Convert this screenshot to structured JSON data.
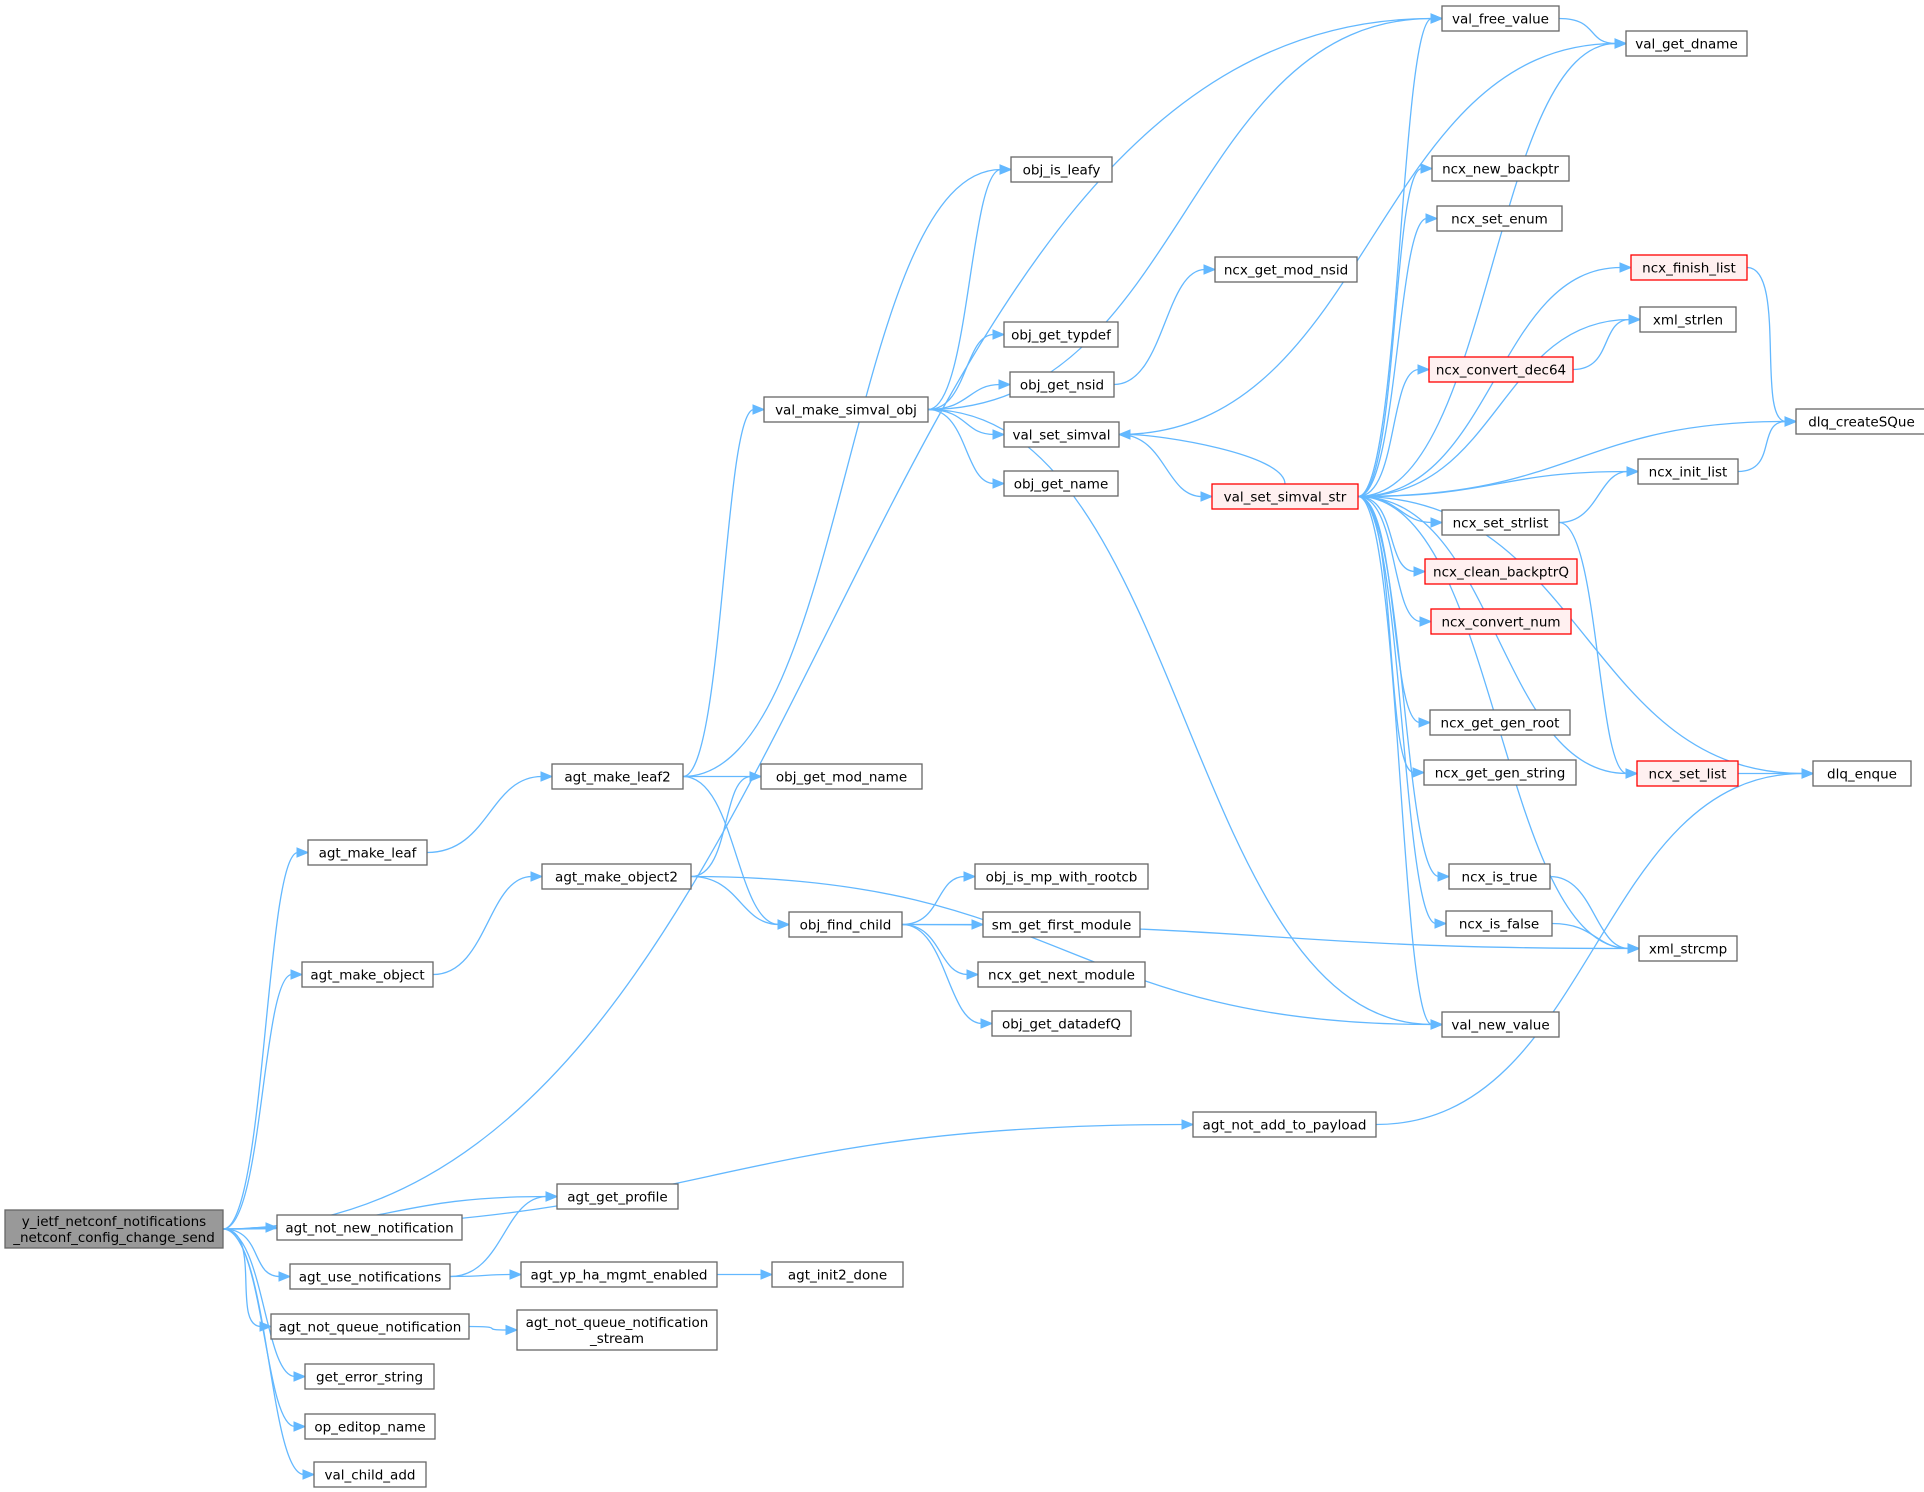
{
  "graph": {
    "nodes": [
      {
        "id": "root",
        "lines": [
          "y_ietf_netconf_notifications",
          "_netconf_config_change_send"
        ],
        "style": "root"
      },
      {
        "id": "val_free_value",
        "lines": [
          "val_free_value"
        ]
      },
      {
        "id": "val_get_dname",
        "lines": [
          "val_get_dname"
        ]
      },
      {
        "id": "obj_is_leafy",
        "lines": [
          "obj_is_leafy"
        ]
      },
      {
        "id": "ncx_new_backptr",
        "lines": [
          "ncx_new_backptr"
        ]
      },
      {
        "id": "ncx_set_enum",
        "lines": [
          "ncx_set_enum"
        ]
      },
      {
        "id": "ncx_finish_list",
        "lines": [
          "ncx_finish_list"
        ],
        "style": "red"
      },
      {
        "id": "ncx_get_mod_nsid",
        "lines": [
          "ncx_get_mod_nsid"
        ]
      },
      {
        "id": "xml_strlen",
        "lines": [
          "xml_strlen"
        ]
      },
      {
        "id": "obj_get_typdef",
        "lines": [
          "obj_get_typdef"
        ]
      },
      {
        "id": "ncx_convert_dec64",
        "lines": [
          "ncx_convert_dec64"
        ],
        "style": "red"
      },
      {
        "id": "obj_get_nsid",
        "lines": [
          "obj_get_nsid"
        ]
      },
      {
        "id": "val_make_simval_obj",
        "lines": [
          "val_make_simval_obj"
        ]
      },
      {
        "id": "dlq_createSQue",
        "lines": [
          "dlq_createSQue"
        ]
      },
      {
        "id": "val_set_simval",
        "lines": [
          "val_set_simval"
        ]
      },
      {
        "id": "ncx_init_list",
        "lines": [
          "ncx_init_list"
        ]
      },
      {
        "id": "obj_get_name",
        "lines": [
          "obj_get_name"
        ]
      },
      {
        "id": "val_set_simval_str",
        "lines": [
          "val_set_simval_str"
        ],
        "style": "red"
      },
      {
        "id": "ncx_set_strlist",
        "lines": [
          "ncx_set_strlist"
        ]
      },
      {
        "id": "ncx_clean_backptrQ",
        "lines": [
          "ncx_clean_backptrQ"
        ],
        "style": "red"
      },
      {
        "id": "ncx_convert_num",
        "lines": [
          "ncx_convert_num"
        ],
        "style": "red"
      },
      {
        "id": "ncx_get_gen_root",
        "lines": [
          "ncx_get_gen_root"
        ]
      },
      {
        "id": "ncx_get_gen_string",
        "lines": [
          "ncx_get_gen_string"
        ]
      },
      {
        "id": "agt_make_leaf2",
        "lines": [
          "agt_make_leaf2"
        ]
      },
      {
        "id": "obj_get_mod_name",
        "lines": [
          "obj_get_mod_name"
        ]
      },
      {
        "id": "ncx_set_list",
        "lines": [
          "ncx_set_list"
        ],
        "style": "red"
      },
      {
        "id": "dlq_enque",
        "lines": [
          "dlq_enque"
        ]
      },
      {
        "id": "agt_make_leaf",
        "lines": [
          "agt_make_leaf"
        ]
      },
      {
        "id": "agt_make_object2",
        "lines": [
          "agt_make_object2"
        ]
      },
      {
        "id": "ncx_is_true",
        "lines": [
          "ncx_is_true"
        ]
      },
      {
        "id": "obj_is_mp_with_rootcb",
        "lines": [
          "obj_is_mp_with_rootcb"
        ]
      },
      {
        "id": "obj_find_child",
        "lines": [
          "obj_find_child"
        ]
      },
      {
        "id": "sm_get_first_module",
        "lines": [
          "sm_get_first_module"
        ]
      },
      {
        "id": "ncx_is_false",
        "lines": [
          "ncx_is_false"
        ]
      },
      {
        "id": "xml_strcmp",
        "lines": [
          "xml_strcmp"
        ]
      },
      {
        "id": "agt_make_object",
        "lines": [
          "agt_make_object"
        ]
      },
      {
        "id": "ncx_get_next_module",
        "lines": [
          "ncx_get_next_module"
        ]
      },
      {
        "id": "obj_get_datadefQ",
        "lines": [
          "obj_get_datadefQ"
        ]
      },
      {
        "id": "val_new_value",
        "lines": [
          "val_new_value"
        ]
      },
      {
        "id": "agt_not_add_to_payload",
        "lines": [
          "agt_not_add_to_payload"
        ]
      },
      {
        "id": "agt_get_profile",
        "lines": [
          "agt_get_profile"
        ]
      },
      {
        "id": "agt_not_new_notification",
        "lines": [
          "agt_not_new_notification"
        ]
      },
      {
        "id": "agt_use_notifications",
        "lines": [
          "agt_use_notifications"
        ]
      },
      {
        "id": "agt_yp_ha_mgmt_enabled",
        "lines": [
          "agt_yp_ha_mgmt_enabled"
        ]
      },
      {
        "id": "agt_init2_done",
        "lines": [
          "agt_init2_done"
        ]
      },
      {
        "id": "agt_not_queue_notification",
        "lines": [
          "agt_not_queue_notification"
        ]
      },
      {
        "id": "agt_not_queue_notification_stream",
        "lines": [
          "agt_not_queue_notification",
          "_stream"
        ]
      },
      {
        "id": "get_error_string",
        "lines": [
          "get_error_string"
        ]
      },
      {
        "id": "op_editop_name",
        "lines": [
          "op_editop_name"
        ]
      },
      {
        "id": "val_child_add",
        "lines": [
          "val_child_add"
        ]
      }
    ],
    "edges": [
      [
        "root",
        "val_free_value"
      ],
      [
        "root",
        "agt_make_leaf"
      ],
      [
        "root",
        "agt_make_object"
      ],
      [
        "root",
        "agt_not_add_to_payload"
      ],
      [
        "root",
        "agt_get_profile"
      ],
      [
        "root",
        "agt_not_new_notification"
      ],
      [
        "root",
        "agt_use_notifications"
      ],
      [
        "root",
        "agt_not_queue_notification"
      ],
      [
        "root",
        "get_error_string"
      ],
      [
        "root",
        "op_editop_name"
      ],
      [
        "root",
        "val_child_add"
      ],
      [
        "val_free_value",
        "val_get_dname"
      ],
      [
        "agt_make_leaf",
        "agt_make_leaf2"
      ],
      [
        "agt_make_leaf2",
        "obj_is_leafy"
      ],
      [
        "agt_make_leaf2",
        "val_make_simval_obj"
      ],
      [
        "agt_make_leaf2",
        "obj_get_mod_name"
      ],
      [
        "agt_make_leaf2",
        "obj_find_child"
      ],
      [
        "agt_make_object",
        "agt_make_object2"
      ],
      [
        "agt_make_object2",
        "obj_get_mod_name"
      ],
      [
        "agt_make_object2",
        "obj_find_child"
      ],
      [
        "agt_make_object2",
        "val_new_value"
      ],
      [
        "val_make_simval_obj",
        "obj_is_leafy"
      ],
      [
        "val_make_simval_obj",
        "val_free_value"
      ],
      [
        "val_make_simval_obj",
        "obj_get_typdef"
      ],
      [
        "val_make_simval_obj",
        "obj_get_nsid"
      ],
      [
        "val_make_simval_obj",
        "val_set_simval"
      ],
      [
        "val_make_simval_obj",
        "obj_get_name"
      ],
      [
        "val_make_simval_obj",
        "val_new_value"
      ],
      [
        "obj_get_nsid",
        "ncx_get_mod_nsid"
      ],
      [
        "val_set_simval",
        "val_get_dname"
      ],
      [
        "val_set_simval",
        "val_set_simval_str"
      ],
      [
        "val_set_simval_str",
        "val_free_value"
      ],
      [
        "val_set_simval_str",
        "val_get_dname"
      ],
      [
        "val_set_simval_str",
        "ncx_new_backptr"
      ],
      [
        "val_set_simval_str",
        "ncx_set_enum"
      ],
      [
        "val_set_simval_str",
        "ncx_finish_list"
      ],
      [
        "val_set_simval_str",
        "xml_strlen"
      ],
      [
        "val_set_simval_str",
        "ncx_convert_dec64"
      ],
      [
        "val_set_simval_str",
        "dlq_createSQue"
      ],
      [
        "val_set_simval_str",
        "val_set_simval"
      ],
      [
        "val_set_simval_str",
        "ncx_init_list"
      ],
      [
        "val_set_simval_str",
        "ncx_set_strlist"
      ],
      [
        "val_set_simval_str",
        "ncx_clean_backptrQ"
      ],
      [
        "val_set_simval_str",
        "ncx_convert_num"
      ],
      [
        "val_set_simval_str",
        "ncx_get_gen_root"
      ],
      [
        "val_set_simval_str",
        "ncx_get_gen_string"
      ],
      [
        "val_set_simval_str",
        "ncx_set_list"
      ],
      [
        "val_set_simval_str",
        "dlq_enque"
      ],
      [
        "val_set_simval_str",
        "ncx_is_true"
      ],
      [
        "val_set_simval_str",
        "ncx_is_false"
      ],
      [
        "val_set_simval_str",
        "xml_strcmp"
      ],
      [
        "val_set_simval_str",
        "val_new_value"
      ],
      [
        "ncx_finish_list",
        "dlq_createSQue"
      ],
      [
        "ncx_convert_dec64",
        "xml_strlen"
      ],
      [
        "ncx_init_list",
        "dlq_createSQue"
      ],
      [
        "ncx_set_strlist",
        "ncx_init_list"
      ],
      [
        "ncx_set_strlist",
        "ncx_set_list"
      ],
      [
        "ncx_set_list",
        "dlq_enque"
      ],
      [
        "ncx_is_true",
        "xml_strcmp"
      ],
      [
        "ncx_is_false",
        "xml_strcmp"
      ],
      [
        "obj_find_child",
        "obj_is_mp_with_rootcb"
      ],
      [
        "obj_find_child",
        "sm_get_first_module"
      ],
      [
        "obj_find_child",
        "ncx_get_next_module"
      ],
      [
        "obj_find_child",
        "obj_get_datadefQ"
      ],
      [
        "obj_find_child",
        "xml_strcmp"
      ],
      [
        "agt_not_add_to_payload",
        "dlq_enque"
      ],
      [
        "agt_use_notifications",
        "agt_get_profile"
      ],
      [
        "agt_use_notifications",
        "agt_yp_ha_mgmt_enabled"
      ],
      [
        "agt_yp_ha_mgmt_enabled",
        "agt_init2_done"
      ],
      [
        "agt_not_queue_notification",
        "agt_not_queue_notification_stream"
      ]
    ]
  }
}
